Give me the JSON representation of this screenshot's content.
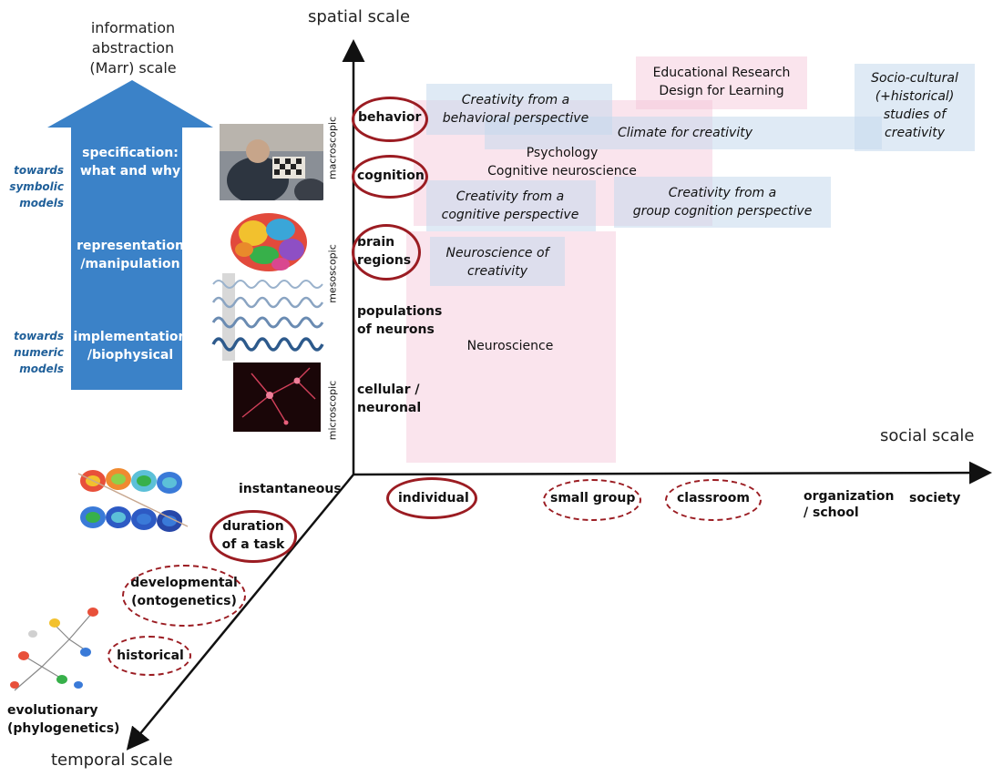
{
  "axes": {
    "spatial": "spatial scale",
    "social": "social scale",
    "temporal": "temporal scale",
    "abstraction_line1": "information",
    "abstraction_line2": "abstraction",
    "abstraction_line3": "(Marr) scale"
  },
  "marr": {
    "spec_line1": "specification:",
    "spec_line2": "what and why",
    "repr_line1": "representation",
    "repr_line2": "/manipulation",
    "impl_line1": "implementation",
    "impl_line2": "/biophysical",
    "symbolic_line1": "towards",
    "symbolic_line2": "symbolic",
    "symbolic_line3": "models",
    "numeric_line1": "towards",
    "numeric_line2": "numeric",
    "numeric_line3": "models"
  },
  "vertical_bands": {
    "macro": "macroscopic",
    "meso": "mesoscopic",
    "micro": "microscopic"
  },
  "spatial_levels": {
    "behavior": "behavior",
    "cognition": "cognition",
    "brain_line1": "brain",
    "brain_line2": "regions",
    "populations_line1": "populations",
    "populations_line2": "of neurons",
    "cellular_line1": "cellular /",
    "cellular_line2": "neuronal"
  },
  "fields": {
    "edu_line1": "Educational Research",
    "edu_line2": "Design for Learning",
    "behavioral_line1": "Creativity from a",
    "behavioral_line2": "behavioral perspective",
    "climate": "Climate for creativity",
    "sociocultural_line1": "Socio-cultural",
    "sociocultural_line2": "(+historical)",
    "sociocultural_line3": "studies of",
    "sociocultural_line4": "creativity",
    "psychology": "Psychology",
    "cogneuro": "Cognitive neuroscience",
    "cognitive_line1": "Creativity from a",
    "cognitive_line2": "cognitive perspective",
    "group_line1": "Creativity from a",
    "group_line2": "group cognition perspective",
    "neuro_creativity_line1": "Neuroscience of",
    "neuro_creativity_line2": "creativity",
    "neuroscience": "Neuroscience"
  },
  "social_levels": {
    "individual": "individual",
    "small_group": "small group",
    "classroom": "classroom",
    "org_line1": "organization",
    "org_line2": "/ school",
    "society": "society"
  },
  "temporal_levels": {
    "instantaneous": "instantaneous",
    "task_line1": "duration",
    "task_line2": "of a task",
    "dev_line1": "developmental",
    "dev_line2": "(ontogenetics)",
    "historical": "historical",
    "evo_line1": "evolutionary",
    "evo_line2": "(phylogenetics)"
  },
  "colors": {
    "marr_arrow": "#3b82c8",
    "circle": "#9b1c22",
    "pink_region": "#f4c4d6",
    "blue_region": "#c4d8ec",
    "label_blue": "#1f5f99"
  }
}
